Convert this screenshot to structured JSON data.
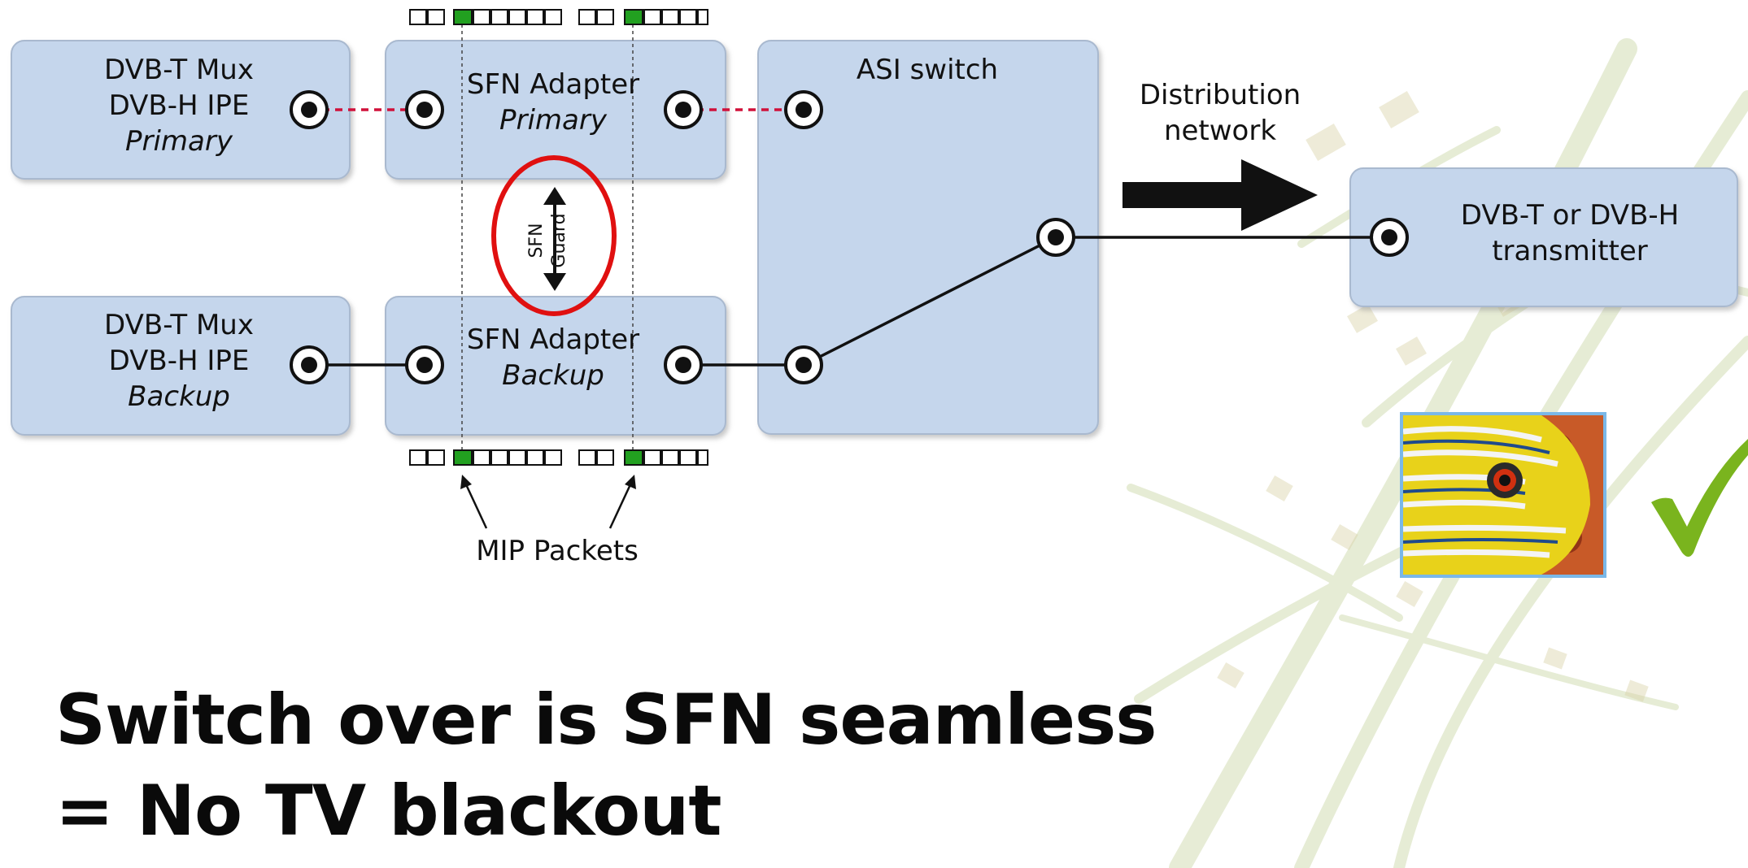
{
  "boxes": {
    "mux_primary": {
      "line1": "DVB-T Mux",
      "line2": "DVB-H IPE",
      "line3": "Primary"
    },
    "mux_backup": {
      "line1": "DVB-T Mux",
      "line2": "DVB-H IPE",
      "line3": "Backup"
    },
    "adapter_primary": {
      "line1": "SFN Adapter",
      "line2": "Primary"
    },
    "adapter_backup": {
      "line1": "SFN Adapter",
      "line2": "Backup"
    },
    "asi_switch": {
      "line1": "ASI switch"
    },
    "transmitter": {
      "line1": "DVB-T or DVB-H",
      "line2": "transmitter"
    }
  },
  "labels": {
    "distribution_line1": "Distribution",
    "distribution_line2": "network",
    "sfn_guard_line1": "SFN",
    "sfn_guard_line2": "Guard",
    "mip_packets": "MIP Packets"
  },
  "headline": {
    "line1": "Switch over is SFN seamless",
    "line2": "= No TV blackout"
  },
  "colors": {
    "box_fill": "#c5d6ec",
    "box_stroke": "#a9b9cf",
    "primary_link": "#d0103a",
    "backup_link": "#111111",
    "mip_green": "#22a020",
    "guard_circle": "#e01010",
    "check_green": "#7ab41e"
  },
  "icons": {
    "checkmark": "check-icon",
    "fish_photo": "fish-image"
  }
}
